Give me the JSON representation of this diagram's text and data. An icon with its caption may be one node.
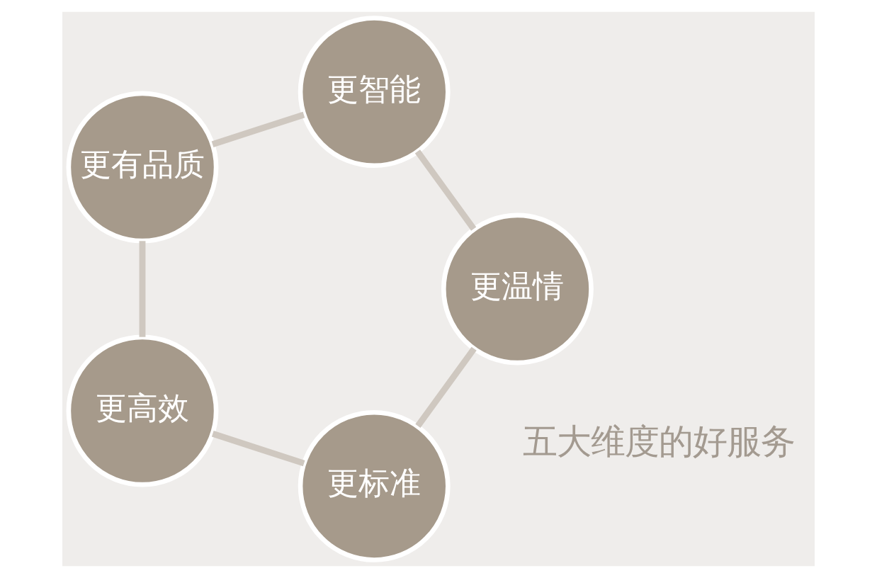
{
  "diagram": {
    "nodes": [
      {
        "text": [
          "更标准"
        ]
      },
      {
        "text": [
          "更高效"
        ]
      },
      {
        "text": [
          "更有品质"
        ]
      },
      {
        "text": [
          "更智能"
        ]
      },
      {
        "text": [
          "更温情"
        ]
      }
    ],
    "edges": [
      {
        "from": 0,
        "to": 1,
        "arrow": "none"
      },
      {
        "from": 1,
        "to": 2,
        "arrow": "none"
      },
      {
        "from": 2,
        "to": 3,
        "arrow": "none"
      },
      {
        "from": 3,
        "to": 4,
        "arrow": "none"
      },
      {
        "from": 4,
        "to": 0,
        "arrow": "none"
      }
    ],
    "labels": [
      "五大维度的好服务"
    ]
  }
}
